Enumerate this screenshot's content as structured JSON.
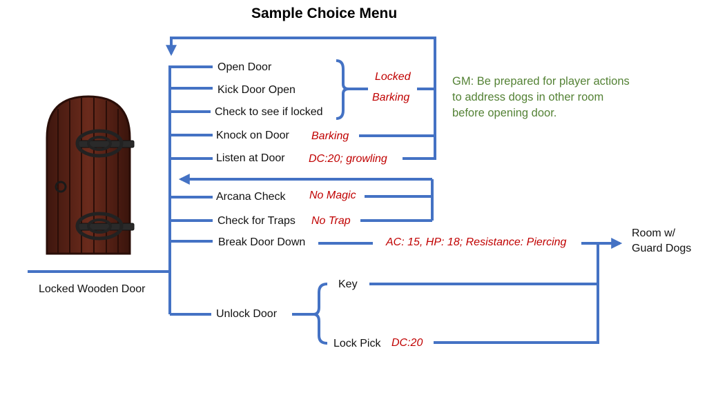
{
  "title": "Sample Choice Menu",
  "door_label": "Locked Wooden Door",
  "options": {
    "open_door": "Open Door",
    "kick_door_open": "Kick Door Open",
    "check_locked": "Check to see if locked",
    "knock_on_door": "Knock on Door",
    "listen_at_door": "Listen at Door",
    "arcana_check": "Arcana Check",
    "check_for_traps": "Check for Traps",
    "break_door_down": "Break Door Down",
    "unlock_door": "Unlock Door",
    "key": "Key",
    "lock_pick": "Lock Pick"
  },
  "results": {
    "locked": "Locked",
    "barking_group": "Barking",
    "knock_barking": "Barking",
    "listen_dc": "DC:20; growling",
    "no_magic": "No Magic",
    "no_trap": "No Trap",
    "break_stats": "AC: 15, HP: 18; Resistance: Piercing",
    "lock_pick_dc": "DC:20"
  },
  "gm_note": "GM: Be prepared for player actions to address dogs in other room before opening door.",
  "destination": {
    "line1": "Room w/",
    "line2": "Guard Dogs"
  },
  "colors": {
    "line": "#4472c4",
    "result_text": "#c00000",
    "gm_note": "#548235",
    "door_wood": "#5a2418",
    "door_iron": "#2a2a2a"
  },
  "icons": {
    "door": "wooden-door-image"
  }
}
